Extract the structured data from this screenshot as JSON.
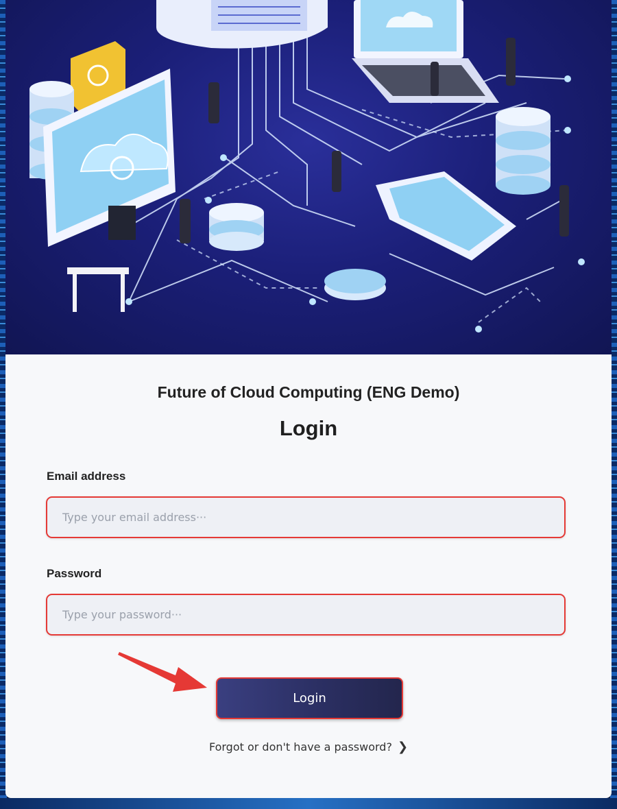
{
  "app": {
    "subtitle": "Future of Cloud Computing (ENG Demo)",
    "title": "Login"
  },
  "form": {
    "email": {
      "label": "Email address",
      "placeholder": "Type your email address···",
      "value": ""
    },
    "password": {
      "label": "Password",
      "placeholder": "Type your password···",
      "value": ""
    },
    "login_button": "Login",
    "forgot_link": "Forgot or don't have a password?",
    "forgot_icon": "chevron-right-icon"
  },
  "hero": {
    "icon": "cloud-computing-illustration"
  },
  "annotation": {
    "icon": "red-arrow-pointer"
  },
  "colors": {
    "highlight_border": "#e53935",
    "button_gradient_start": "#3a3f80",
    "button_gradient_end": "#23264d",
    "card_background": "#f7f8fa",
    "hero_background": "#1b1f78"
  }
}
